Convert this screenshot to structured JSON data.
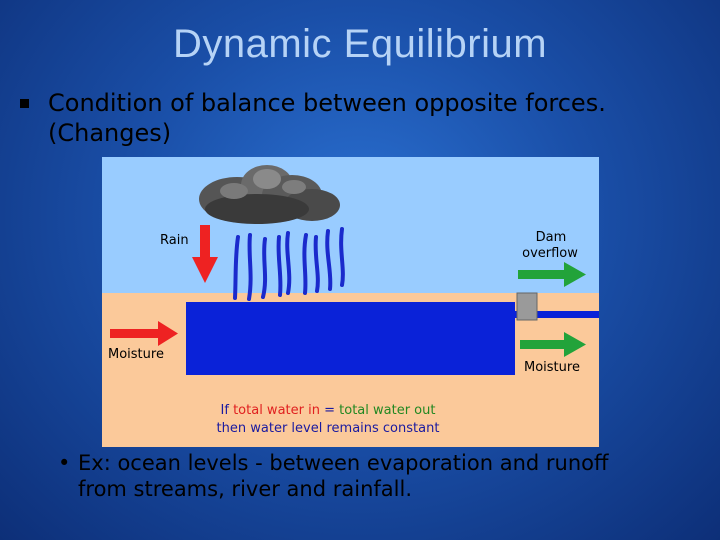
{
  "slide": {
    "title": "Dynamic Equilibrium",
    "bullet_line1": "Condition of balance between opposite forces.",
    "bullet_line2": "(Changes)",
    "sub_bullet_marker": "•",
    "sub_bullet_line1": "Ex: ocean levels - between evaporation and runoff",
    "sub_bullet_line2": "from streams, river and rainfall."
  },
  "diagram": {
    "labels": {
      "rain": "Rain",
      "dam_line1": "Dam",
      "dam_line2": "overflow",
      "moisture_left": "Moisture",
      "moisture_right": "Moisture"
    },
    "caption": {
      "line1_part1": "If ",
      "line1_part2": "total water in",
      "line1_part3": " = ",
      "line1_part4": "total water out",
      "line2": "then water level remains constant"
    },
    "colors": {
      "sky": "#99ccff",
      "ground": "#fbc99a",
      "water": "#0a22d8",
      "in_arrow": "#ee2222",
      "out_arrow": "#22a33a",
      "dam": "#999999",
      "caption_dark": "#1a1aa0",
      "caption_red": "#e02020",
      "caption_green": "#228822"
    }
  }
}
